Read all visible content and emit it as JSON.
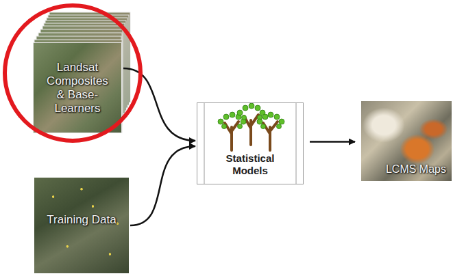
{
  "diagram": {
    "nodes": [
      {
        "text": [
          "Landsat Composites & Base-Learners"
        ]
      },
      {
        "text": [
          "Training Data"
        ]
      },
      {
        "text": [
          "Statistical Models"
        ]
      },
      {
        "text": [
          "LCMS Maps"
        ]
      }
    ],
    "edges": [
      {
        "from": 0,
        "to": 2,
        "arrow": "to"
      },
      {
        "from": 1,
        "to": 2,
        "arrow": "to"
      },
      {
        "from": 2,
        "to": 3,
        "arrow": "to"
      }
    ]
  }
}
